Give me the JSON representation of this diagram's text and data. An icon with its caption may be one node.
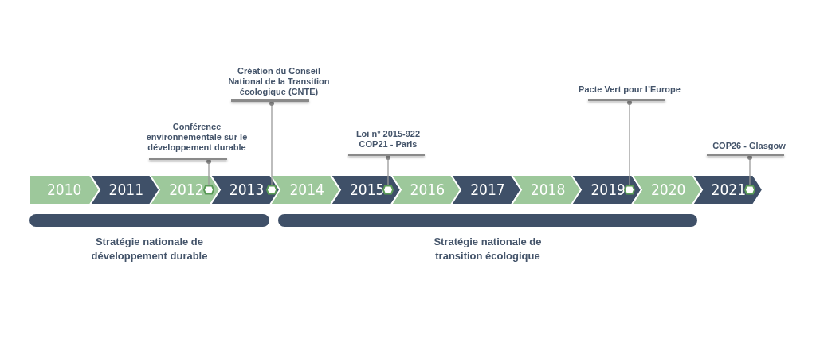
{
  "diagram": {
    "nodes": [
      {
        "text": [
          "2010"
        ]
      },
      {
        "text": [
          "2011"
        ]
      },
      {
        "text": [
          "2012"
        ]
      },
      {
        "text": [
          "2013"
        ]
      },
      {
        "text": [
          "2014"
        ]
      },
      {
        "text": [
          "2015"
        ]
      },
      {
        "text": [
          "2016"
        ]
      },
      {
        "text": [
          "2017"
        ]
      },
      {
        "text": [
          "2018"
        ]
      },
      {
        "text": [
          "2019"
        ]
      },
      {
        "text": [
          "2020"
        ]
      },
      {
        "text": [
          "2021"
        ]
      },
      {
        "text": [
          "Conférence environnementale sur le développement durable"
        ]
      },
      {
        "text": [
          "Création du Conseil National de la Transition écologique (CNTE)"
        ]
      },
      {
        "text": [
          "Loi n° 2015-922",
          "COP21 - Paris"
        ]
      },
      {
        "text": [
          "Pacte Vert pour l’Europe"
        ]
      },
      {
        "text": [
          "COP26 - Glasgow"
        ]
      },
      {
        "text": [
          "Stratégie nationale de développement durable"
        ]
      },
      {
        "text": [
          "Stratégie nationale de transition écologique"
        ]
      }
    ],
    "edges": [
      {
        "from": 12,
        "to": 2,
        "arrow": "other"
      },
      {
        "from": 13,
        "to": 3,
        "arrow": "other"
      },
      {
        "from": 14,
        "to": 5,
        "arrow": "other"
      },
      {
        "from": 15,
        "to": 9,
        "arrow": "other"
      },
      {
        "from": 16,
        "to": 11,
        "arrow": "other"
      }
    ]
  }
}
